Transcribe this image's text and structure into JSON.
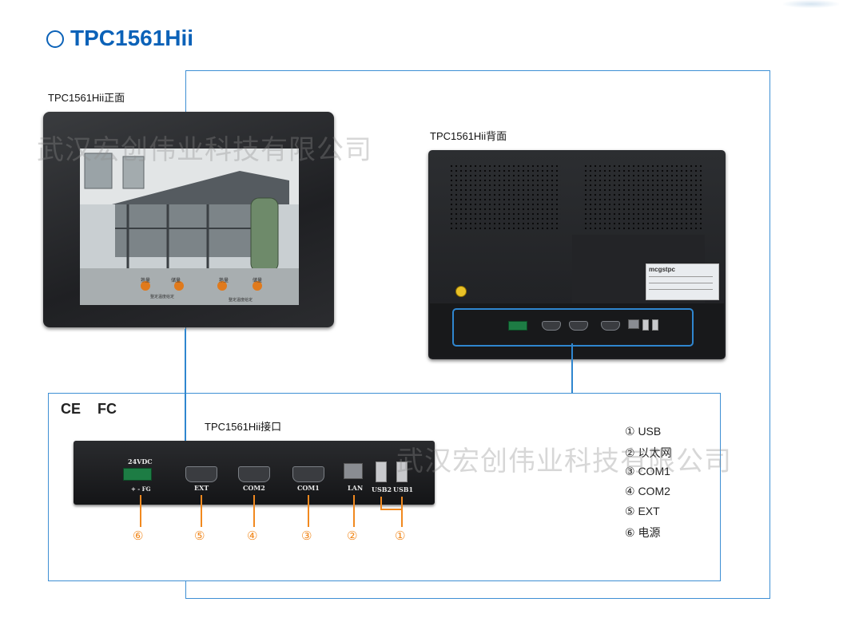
{
  "header": {
    "title_symbol": "○",
    "title": "TPC1561Hii"
  },
  "front": {
    "label": "TPC1561Hii正面",
    "screen_labels": [
      "熟量",
      "储量",
      "熟量",
      "储量",
      "整定温度给定",
      "整定温度给定"
    ]
  },
  "back": {
    "label": "TPC1561Hii背面",
    "brand": "mcgstpc"
  },
  "interface": {
    "label": "TPC1561Hii接口",
    "certs": [
      "CE",
      "FC"
    ],
    "ports": {
      "power": "24VDC",
      "power_sub": "+  -  FG",
      "ext": "EXT",
      "com2": "COM2",
      "com1": "COM1",
      "lan": "LAN",
      "usb2": "USB2",
      "usb1": "USB1"
    },
    "callouts": [
      "⑥",
      "⑤",
      "④",
      "③",
      "②",
      "①"
    ]
  },
  "legend": [
    "① USB",
    "② 以太网",
    "③ COM1",
    "④ COM2",
    "⑤ EXT",
    "⑥ 电源"
  ],
  "watermark": "武汉宏创伟业科技有限公司",
  "colors": {
    "title_blue": "#0b62b8",
    "frame_blue": "#3e8fd4",
    "callout_orange": "#f1891f"
  }
}
